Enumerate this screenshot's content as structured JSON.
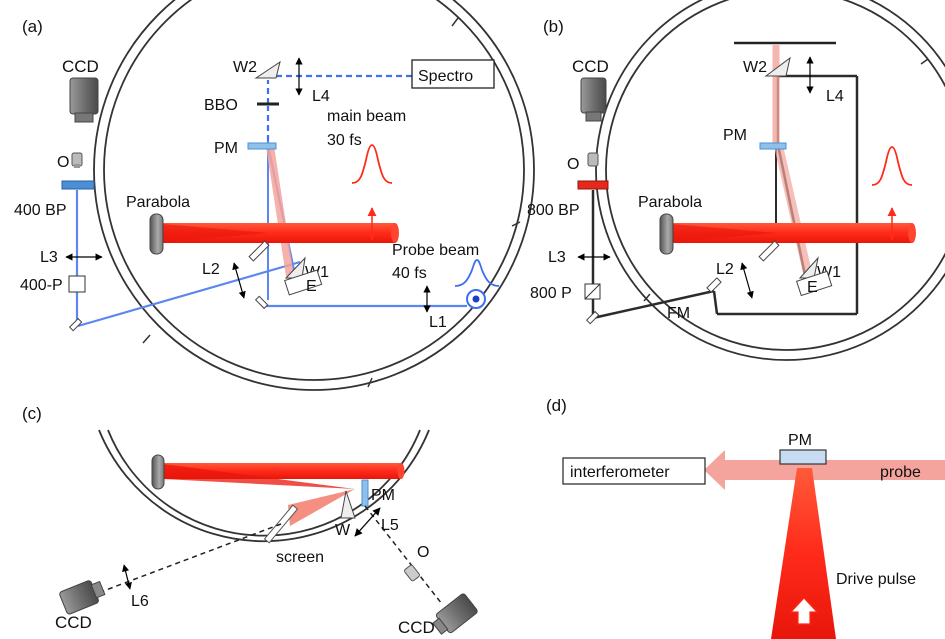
{
  "panels": {
    "a": {
      "tag": "(a)",
      "ccd": "CCD",
      "w2": "W2",
      "spectro": "Spectro",
      "l4": "L4",
      "bbo": "BBO",
      "main1": "main beam",
      "main2": "30 fs",
      "pm": "PM",
      "o": "O",
      "bp": "400 BP",
      "parabola": "Parabola",
      "l3": "L3",
      "l2": "L2",
      "w1": "W1",
      "e": "E",
      "probe1": "Probe beam",
      "probe2": "40 fs",
      "polarizer": "400-P",
      "l1": "L1"
    },
    "b": {
      "tag": "(b)",
      "ccd": "CCD",
      "w2": "W2",
      "l4": "L4",
      "pm": "PM",
      "o": "O",
      "bp": "800 BP",
      "parabola": "Parabola",
      "l3": "L3",
      "l2": "L2",
      "w1": "W1",
      "e": "E",
      "polarizer": "800 P",
      "fm": "FM"
    },
    "c": {
      "tag": "(c)",
      "pm": "PM",
      "w": "W",
      "l5": "L5",
      "screen": "screen",
      "o": "O",
      "ccd_left": "CCD",
      "ccd_right": "CCD",
      "l6": "L6"
    },
    "d": {
      "tag": "(d)",
      "pm": "PM",
      "interferometer": "interferometer",
      "probe": "probe",
      "drive": "Drive pulse"
    }
  },
  "colors": {
    "laser_red": "#ff2a1a",
    "probe_blue": "#4a78ff",
    "probe_pink": "#f4a49c",
    "chamber": "#333333",
    "optic_blue": "#8ec1ea",
    "bp_blue": "#4d8fd6",
    "bp_red": "#e52a1d",
    "gray": "#888888",
    "dark_line": "#2b2b2b"
  }
}
